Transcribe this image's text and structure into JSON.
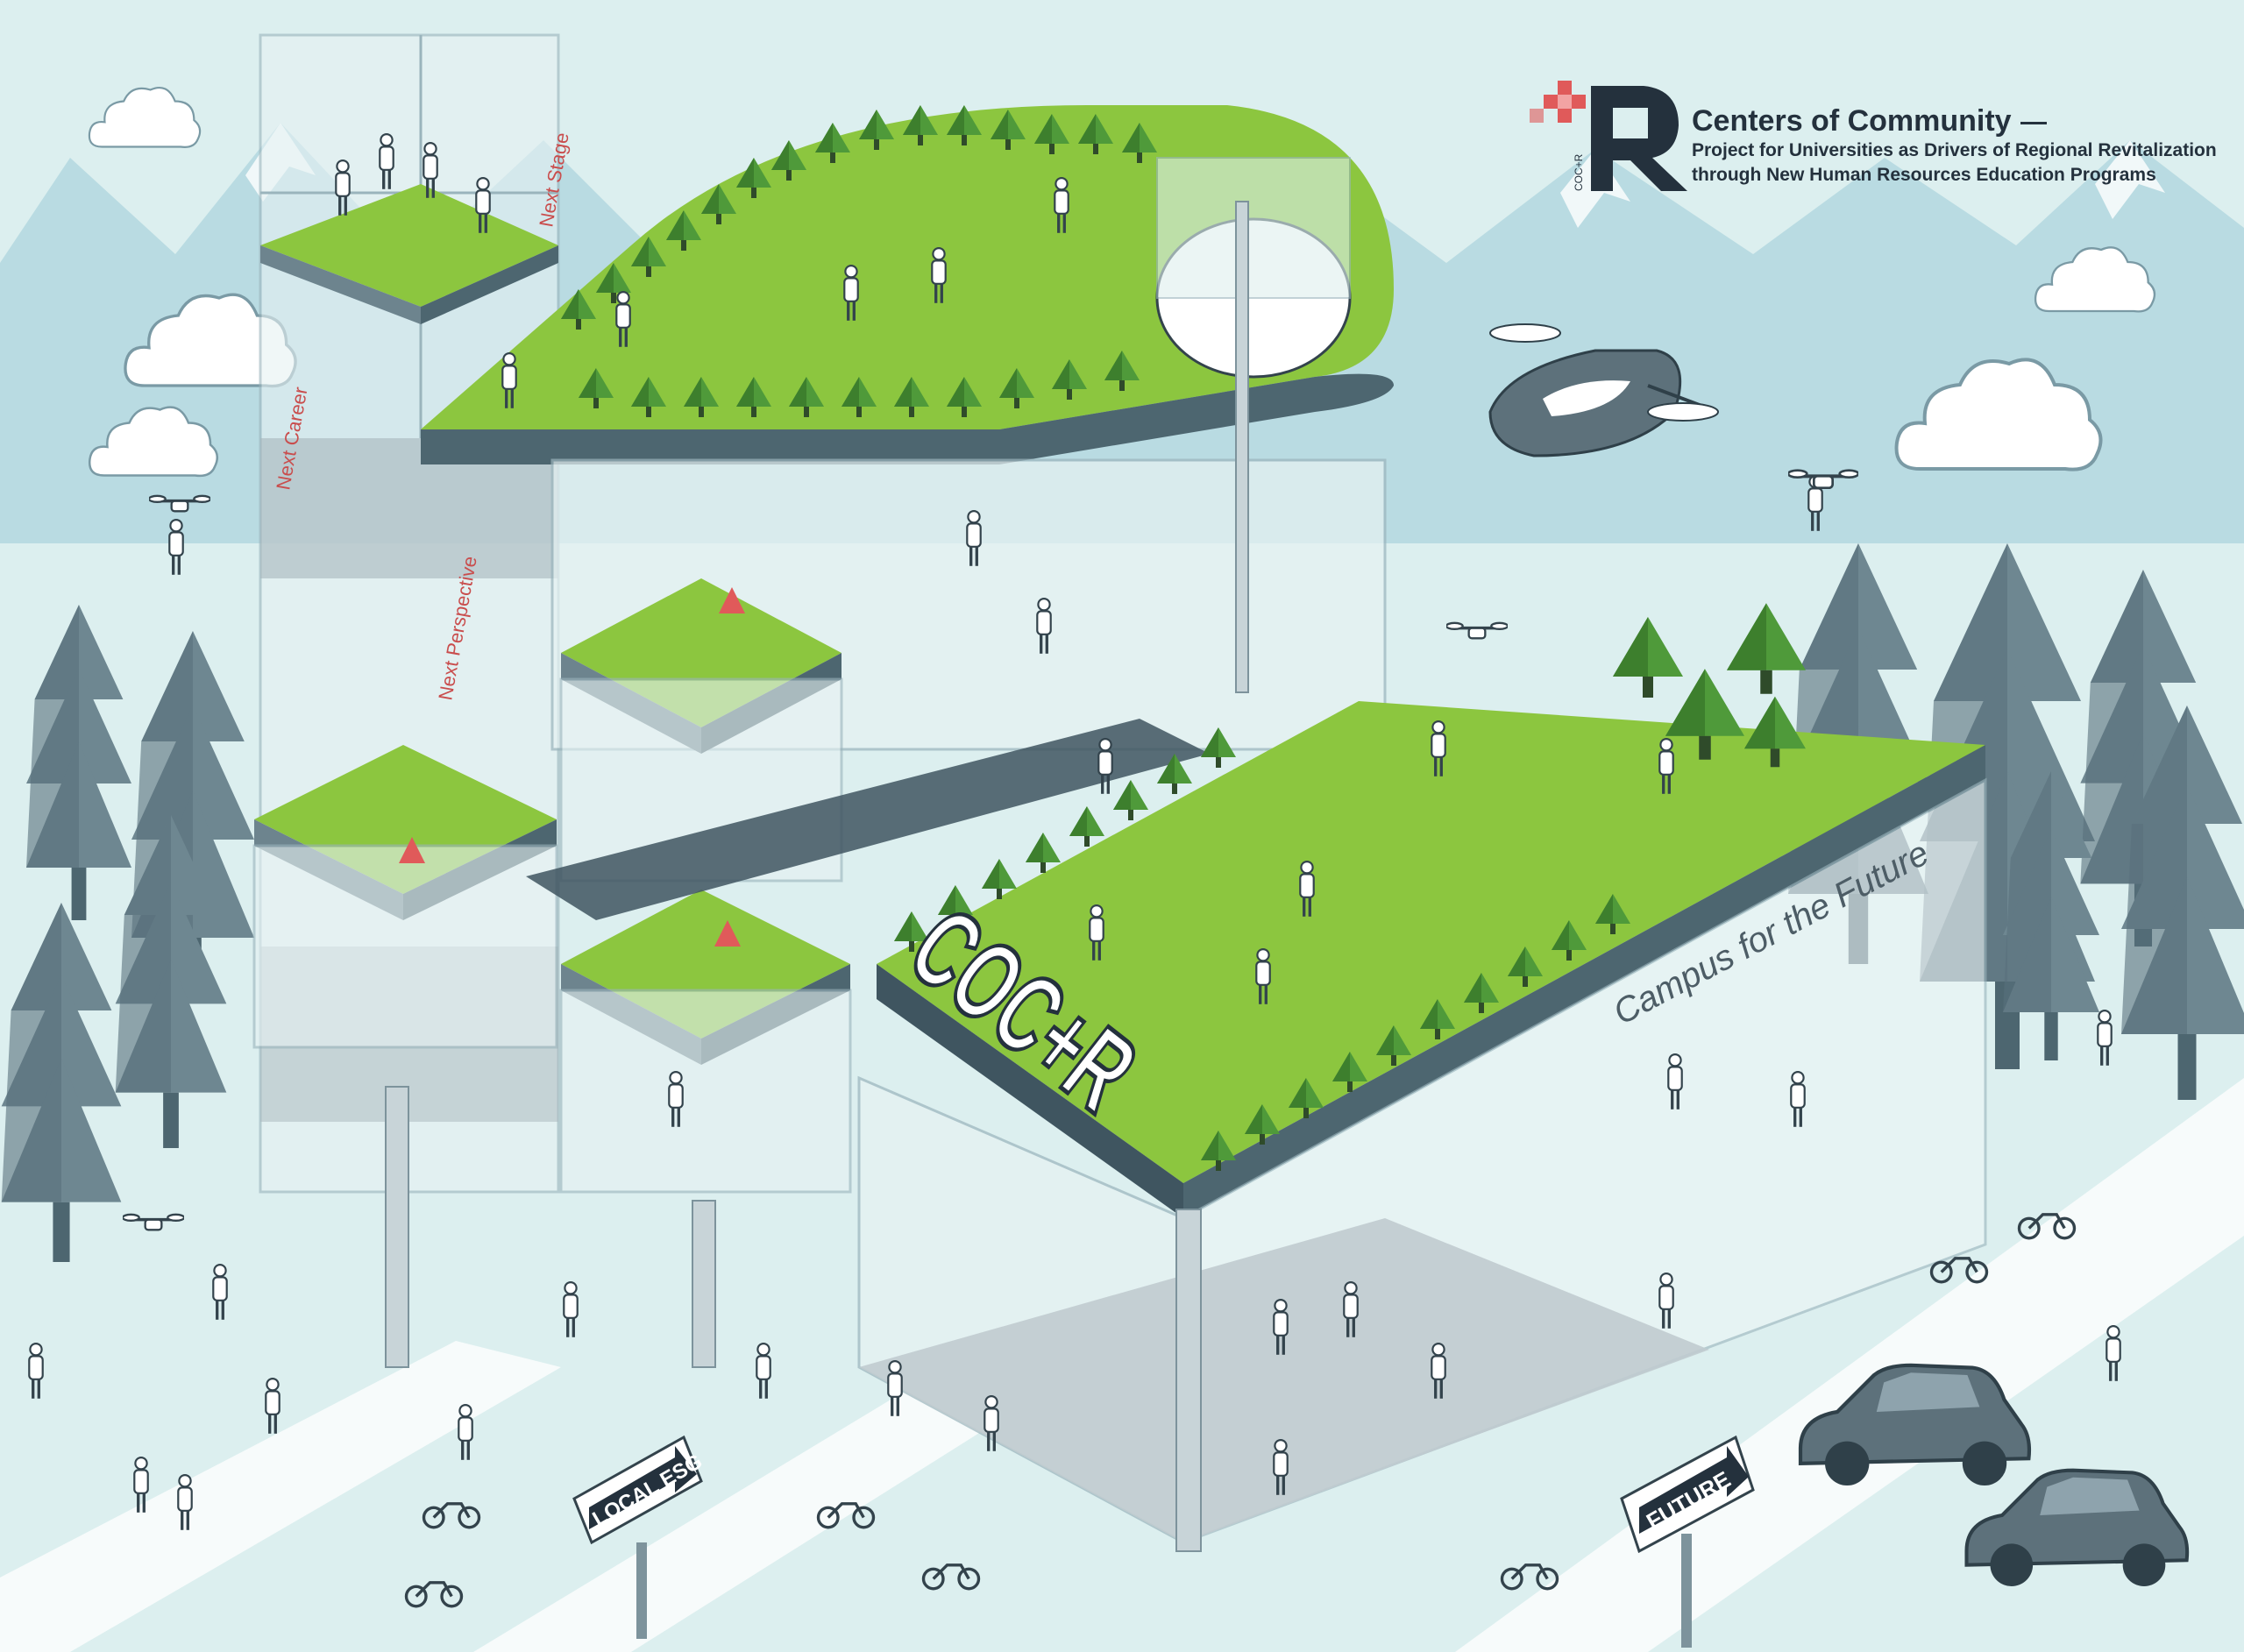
{
  "logo": {
    "mark_text": "COC+R",
    "title": "Centers of Community",
    "subtitle_line1": "Project for Universities as Drivers of Regional Revitalization",
    "subtitle_line2": "through New Human Resources Education Programs"
  },
  "building": {
    "sign_text": "COC+R",
    "campus_text": "Campus for the Future"
  },
  "tower": {
    "label_next_stage": "Next Stage",
    "label_next_career": "Next Career",
    "label_next_perspective": "Next Perspective"
  },
  "signs": {
    "left": "LOCAL ESG",
    "right": "FUTURE"
  },
  "colors": {
    "background": "#dcefef",
    "mountain": "#b9dbe2",
    "grass": "#8cc63f",
    "grass_dark": "#6aa52f",
    "pine_light": "#4f9a3a",
    "pine_dark": "#2f6f2a",
    "tree": "#6e8791",
    "tree_dark": "#4d6670",
    "building_dark": "#3f5560",
    "glass": "#e7f2f3",
    "accent_red": "#e05a5a",
    "text_dark": "#24313d",
    "road": "#f7fbfb"
  }
}
